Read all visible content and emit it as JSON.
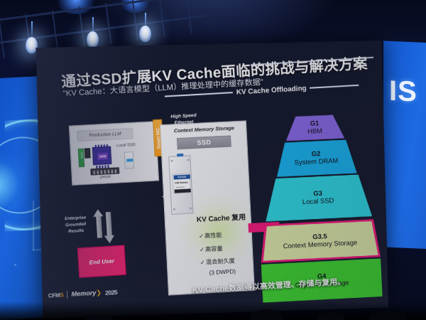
{
  "venue": {
    "right_sign_partial": "IS"
  },
  "slide": {
    "title": "通过SSD扩展KV Cache面临的挑战与解决方案",
    "subtitle": "\"KV Cache：大语言模型（LLM）推理处理中的缓存数据\"",
    "offloading_label": "KV Cache Offloading",
    "caption": "KV Cache数据得以高效管理、存储与复用。"
  },
  "host": {
    "box_title": "Production LLM",
    "gpu_label": "HBM",
    "cpu_label": "CPU",
    "dram_label": "DRAM",
    "local_ssd_label": "Local SSD",
    "nic_left_label": "Smart NIC",
    "nic_right_label": "Smart NIC",
    "ethernet_label": "High Speed\nEthernet",
    "enterprise_label": "Enterprise\nGrounded\nResults",
    "end_user_label": "End User"
  },
  "cms": {
    "title": "Context Memory Storage",
    "ssd_badge": "SSD",
    "drive_brand": "KIOXIA",
    "drive_series": "CM Series",
    "drive_sub": "Enterprise",
    "reuse_heading": "KV Cache 复用",
    "bullets": [
      {
        "check": "✓",
        "text": "高性能"
      },
      {
        "check": "✓",
        "text": "高容量"
      },
      {
        "check": "✓",
        "text": "混合耐久度"
      }
    ],
    "dwpd": "(3 DWPD)"
  },
  "pyramid": {
    "tiers": [
      {
        "gen": "G1",
        "name": "HBM",
        "color": "#8b6ae8"
      },
      {
        "gen": "G2",
        "name": "System DRAM",
        "color": "#19b5f0"
      },
      {
        "gen": "G3",
        "name": "Local SSD",
        "color": "#2fd9e4"
      },
      {
        "gen": "G3.5",
        "name": "Context Memory Storage",
        "color": "#dfe9a8",
        "border": "#f5187c"
      },
      {
        "gen": "G4",
        "name": "Object file storage",
        "color": "#3fd42f"
      }
    ]
  },
  "logos": {
    "fms": "FMS",
    "memory": "Memory",
    "year": "2025"
  },
  "colors": {
    "accent_magenta": "#f5187c",
    "accent_orange": "#fbb03b",
    "ethernet_cyan": "#28b7ef",
    "end_user_pink": "#f0246e"
  }
}
